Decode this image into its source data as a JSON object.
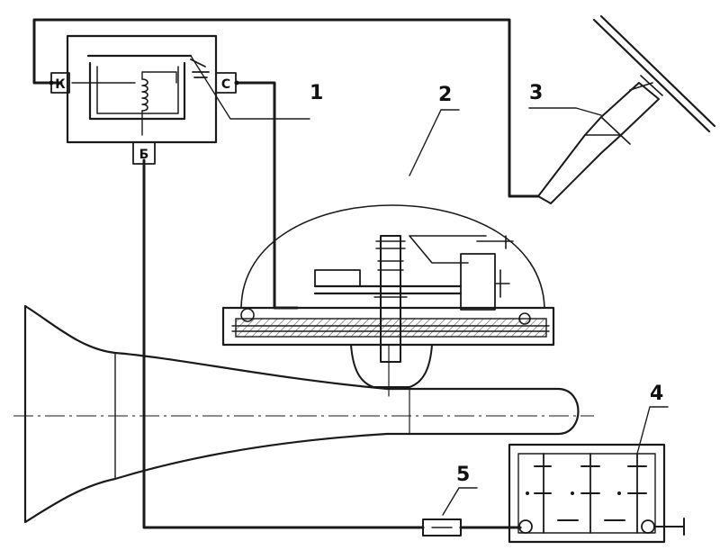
{
  "callouts": [
    "1",
    "2",
    "3",
    "4",
    "5"
  ],
  "relay_terminals": {
    "k": "К",
    "c": "С",
    "b": "Б"
  },
  "colors": {
    "ink": "#1a1a1a",
    "paper": "#ffffff",
    "hatch": "#555555"
  }
}
